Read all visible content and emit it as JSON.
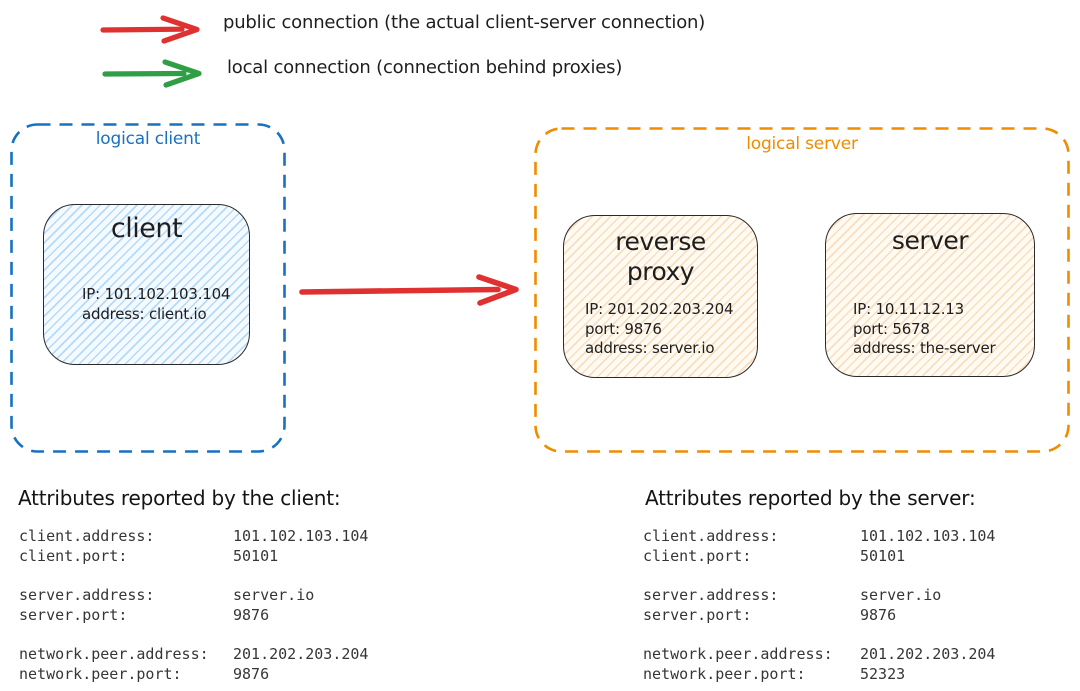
{
  "legend": {
    "items": [
      {
        "name": "public-connection",
        "label": "public connection (the actual client-server connection)",
        "color": "#e03131"
      },
      {
        "name": "local-connection",
        "label": "local connection (connection behind proxies)",
        "color": "#2f9e44"
      }
    ]
  },
  "groups": {
    "logical_client": {
      "label": "logical client",
      "color": "#1971c2"
    },
    "logical_server": {
      "label": "logical server",
      "color": "#f08c00"
    }
  },
  "nodes": {
    "client": {
      "title": "client",
      "lines": [
        "IP: 101.102.103.104",
        "address: client.io"
      ]
    },
    "reverse_proxy": {
      "title": "reverse proxy",
      "lines": [
        "IP: 201.202.203.204",
        "port: 9876",
        "address: server.io"
      ]
    },
    "server": {
      "title": "server",
      "lines": [
        "IP: 10.11.12.13",
        "port: 5678",
        "address: the-server"
      ]
    }
  },
  "attributes_client": {
    "heading": "Attributes reported by the client:",
    "groups": [
      {
        "rows": [
          {
            "key": "client.address:",
            "value": "101.102.103.104"
          },
          {
            "key": "client.port:",
            "value": "50101"
          }
        ]
      },
      {
        "rows": [
          {
            "key": "server.address:",
            "value": "server.io"
          },
          {
            "key": "server.port:",
            "value": "9876"
          }
        ]
      },
      {
        "rows": [
          {
            "key": "network.peer.address:",
            "value": "201.202.203.204"
          },
          {
            "key": "network.peer.port:",
            "value": "9876"
          }
        ]
      }
    ]
  },
  "attributes_server": {
    "heading": "Attributes reported by the server:",
    "groups": [
      {
        "rows": [
          {
            "key": "client.address:",
            "value": "101.102.103.104"
          },
          {
            "key": "client.port:",
            "value": "50101"
          }
        ]
      },
      {
        "rows": [
          {
            "key": "server.address:",
            "value": "server.io"
          },
          {
            "key": "server.port:",
            "value": "9876"
          }
        ]
      },
      {
        "rows": [
          {
            "key": "network.peer.address:",
            "value": "201.202.203.204"
          },
          {
            "key": "network.peer.port:",
            "value": "52323"
          }
        ]
      }
    ]
  }
}
